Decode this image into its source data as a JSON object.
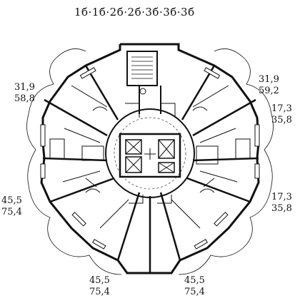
{
  "header": {
    "apartment_mix": "1б·1б·2б·2б·3б·3б·3б"
  },
  "areas": [
    {
      "id": "upper-left",
      "living": "31,9",
      "total": "58,8"
    },
    {
      "id": "upper-right",
      "living": "31,9",
      "total": "59,2"
    },
    {
      "id": "right-upper",
      "living": "17,3",
      "total": "35,8"
    },
    {
      "id": "right-lower",
      "living": "17,3",
      "total": "35,8"
    },
    {
      "id": "left-lower",
      "living": "45,5",
      "total": "75,4"
    },
    {
      "id": "bottom-left",
      "living": "45,5",
      "total": "75,4"
    },
    {
      "id": "bottom-right",
      "living": "45,5",
      "total": "75,4"
    }
  ],
  "colors": {
    "ink": "#111111",
    "paper": "#ffffff",
    "hatch": "#bbbbbb"
  }
}
